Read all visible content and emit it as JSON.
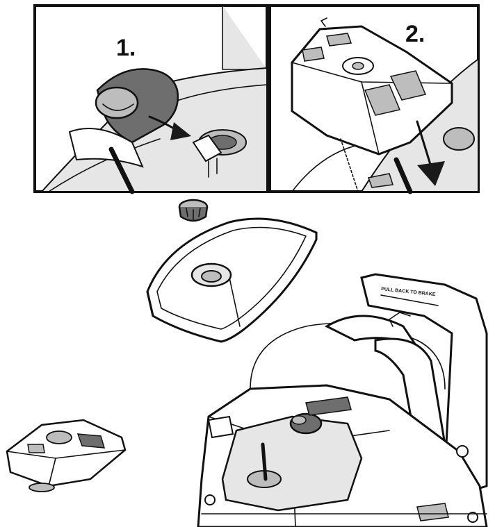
{
  "steps": [
    {
      "label": "1."
    },
    {
      "label": "2."
    }
  ],
  "handle_text": "PULL BACK TO BRAKE",
  "colors": {
    "ink": "#111111",
    "panel_fill": "#e6e6e6",
    "shade": "#6e6e6e"
  }
}
